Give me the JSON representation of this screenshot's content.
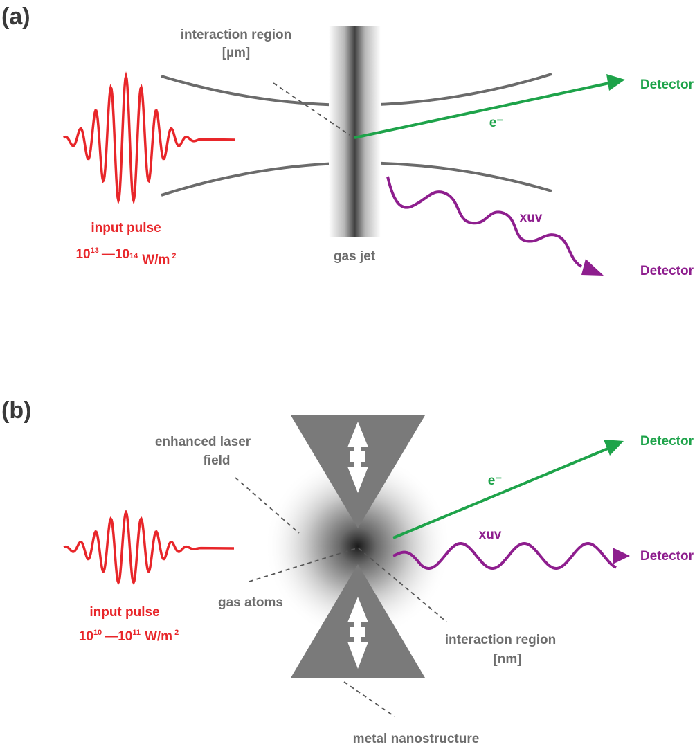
{
  "colors": {
    "pulse": "#e8262a",
    "electron": "#1ea34a",
    "xuv": "#8e1e8e",
    "structure": "#7a7a7a",
    "beam": "#6b6b6b",
    "label": "#6d6d6d"
  },
  "panel_a": {
    "tag": "(a)",
    "interaction_label_1": "interaction region",
    "interaction_label_2": "[µm]",
    "gas_jet_label": "gas jet",
    "pulse_label": "input pulse",
    "intensity": {
      "base1": "10",
      "exp1": "13",
      "dash": "—",
      "base2": "10",
      "exp2": "14",
      "unit": "W/m",
      "unit_exp": "2"
    },
    "electron_symbol": "e⁻",
    "electron_detector": "Detector",
    "xuv_label": "xuv",
    "xuv_detector": "Detector"
  },
  "panel_b": {
    "tag": "(b)",
    "enhanced_label_1": "enhanced laser",
    "enhanced_label_2": "field",
    "gas_atoms_label": "gas atoms",
    "interaction_label_1": "interaction region",
    "interaction_label_2": "[nm]",
    "nanostructure_label": "metal nanostructure",
    "pulse_label": "input pulse",
    "intensity": {
      "base1": "10",
      "exp1": "10",
      "dash": "—",
      "base2": "10",
      "exp2": "11",
      "unit": "W/m",
      "unit_exp": "2"
    },
    "electron_symbol": "e⁻",
    "electron_detector": "Detector",
    "xuv_label": "xuv",
    "xuv_detector": "Detector"
  }
}
